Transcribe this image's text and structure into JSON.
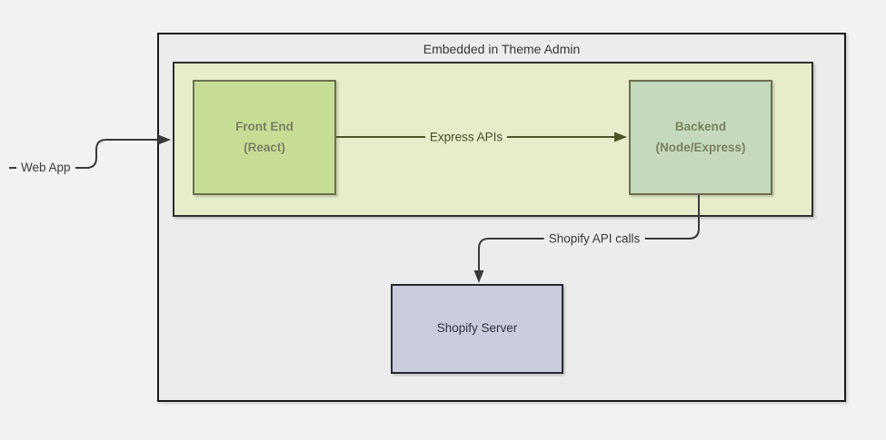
{
  "colors": {
    "page_bg": "#f2f2f2",
    "outer_fill": "#ececec",
    "outer_stroke": "#1a1a1a",
    "inner_fill": "#e7edca",
    "inner_stroke": "#2e2e2e",
    "frontend_fill": "#c7dd96",
    "backend_fill": "#c5d9bc",
    "green_node_stroke": "#6b7050",
    "green_node_text": "#7c8163",
    "shopify_fill": "#c9ccdc",
    "shopify_stroke": "#26282e",
    "shopify_text": "#33343a",
    "edge_dark": "#3a3a3a",
    "edge_olive": "#4d5327",
    "webapp_label_text": "#3c3c3c",
    "express_label_text": "#474c2e",
    "shopify_calls_label_text": "#3a3a3a"
  },
  "diagram": {
    "container_title": "Embedded in Theme Admin",
    "nodes": {
      "frontend": {
        "label": "Front End\n(React)"
      },
      "backend": {
        "label": "Backend\n(Node/Express)"
      },
      "shopify_server": {
        "label": "Shopify Server"
      }
    },
    "edges": {
      "webapp": {
        "label": "Web App"
      },
      "express": {
        "label": "Express APIs"
      },
      "shopify_calls": {
        "label": "Shopify API calls"
      }
    }
  }
}
